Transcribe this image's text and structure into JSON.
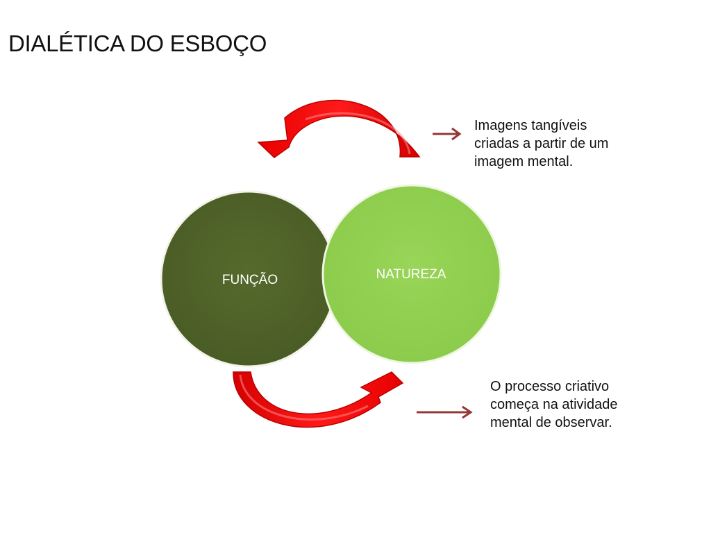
{
  "slide": {
    "title": "DIALÉTICA DO ESBOÇO"
  },
  "diagram": {
    "circles": [
      {
        "label": "FUNÇÃO",
        "color": "#4f6128"
      },
      {
        "label": "NATUREZA",
        "color": "#92d050"
      }
    ],
    "cycle_arrow_color": "#ff0000",
    "pointer_arrow_color": "#953735",
    "notes": {
      "top": [
        "Imagens tangíveis",
        "criadas a partir de um",
        "imagem mental."
      ],
      "bottom": [
        "O processo criativo",
        "começa na atividade",
        "mental de observar."
      ]
    }
  }
}
